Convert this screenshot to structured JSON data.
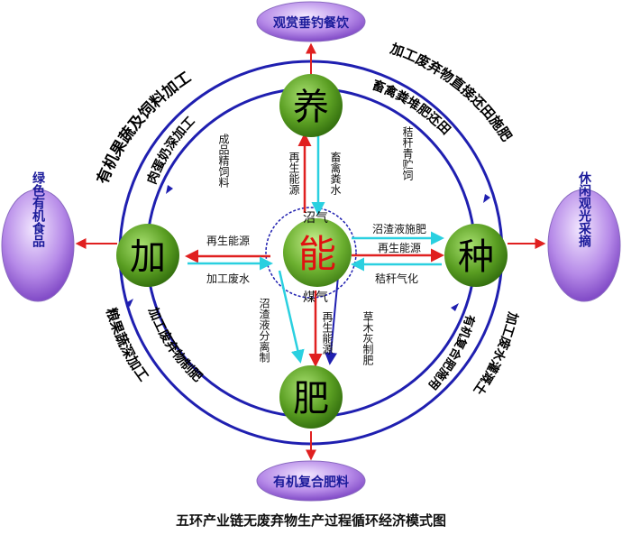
{
  "caption": "五环产业链无废弃物生产过程循环经济模式图",
  "nodes": {
    "center": "能",
    "top": "养",
    "left": "加",
    "right": "种",
    "bottom": "肥"
  },
  "outcomes": {
    "top": "观赏垂钓餐饮",
    "bottom": "有机复合肥料",
    "left": "绿色有机食品",
    "right": "休闲观光采摘"
  },
  "center_labels": {
    "top": "沼气",
    "bottom": "煤气"
  },
  "links": {
    "top_left": "再生能源",
    "top_right": "畜禽粪水",
    "right_top": "沼渣液施肥",
    "right_mid": "再生能源",
    "right_bot": "秸秆气化",
    "left_top": "再生能源",
    "left_bot": "加工废水",
    "bottom_left": "沼渣液分离制",
    "bottom_mid": "再生能源",
    "bottom_right": "草木灰制肥",
    "inner_tl": "成品精饲料",
    "inner_tr": "秸秆青贮饲",
    "ring_tl_outer": "有机果蔬及饲料加工",
    "ring_tl_inner": "肉蛋奶深加工",
    "ring_tr_outer": "加工废弃物直接还田施肥",
    "ring_tr_inner": "畜禽粪堆肥还田",
    "ring_bl_outer": "粮果蔬深加工",
    "ring_bl_inner": "加工废弃物制肥",
    "ring_br_outer": "加工废水灌溉土",
    "ring_br_inner": "有机复合肥施用"
  },
  "colors": {
    "ring": "#1f1fb0",
    "node_green": "#3d8a12",
    "oval_purple": "#7b3fc4",
    "arrow_red": "#e02020",
    "arrow_cyan": "#2ad0e0"
  }
}
